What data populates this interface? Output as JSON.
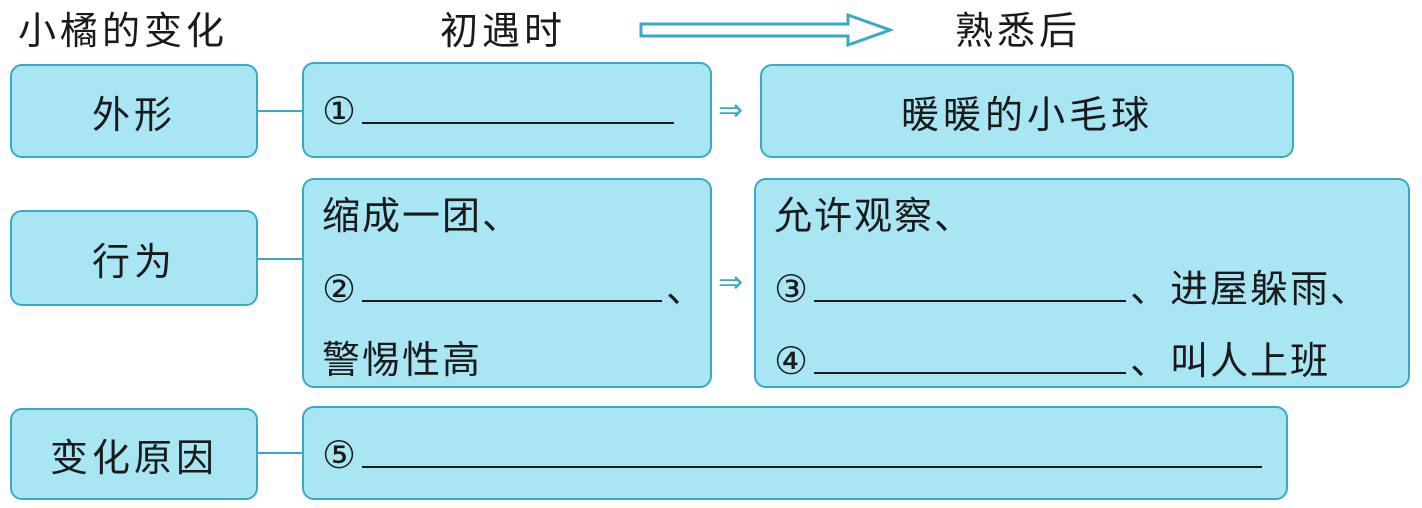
{
  "headers": {
    "category": "小橘的变化",
    "initial": "初遇时",
    "later": "熟悉后"
  },
  "rows": {
    "appearance": {
      "label": "外形",
      "initial_marker": "①",
      "later_text": "暖暖的小毛球"
    },
    "behavior": {
      "label": "行为",
      "initial_line1": "缩成一团、",
      "initial_marker": "②",
      "initial_sep": "、",
      "initial_line3": "警惕性高",
      "later_line1": "允许观察、",
      "later_marker3": "③",
      "later_text3": "、进屋躲雨、",
      "later_marker4": "④",
      "later_text4": "、叫人上班"
    },
    "reason": {
      "label": "变化原因",
      "marker": "⑤"
    }
  },
  "colors": {
    "box_fill": "#a8e6f3",
    "box_border": "#3aa9c8"
  },
  "icons": {
    "big_arrow": "outlined-right-arrow-icon",
    "small_arrow": "double-right-arrow-icon"
  }
}
